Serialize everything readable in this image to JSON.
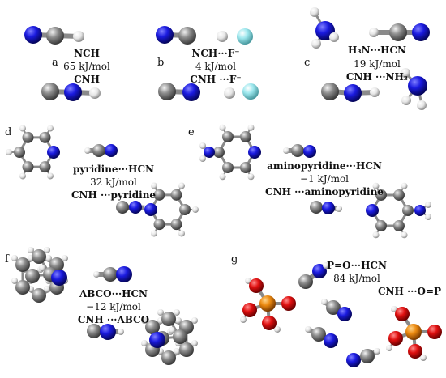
{
  "panels": [
    {
      "letter": "a",
      "lines": [
        "NCH",
        "65 kJ/mol",
        "CNH"
      ]
    },
    {
      "letter": "b",
      "lines": [
        "NCH···F⁻",
        "4 kJ/mol",
        "CNH ···F⁻"
      ]
    },
    {
      "letter": "c",
      "lines": [
        "H₃N···HCN",
        "19 kJ/mol",
        "CNH ···NH₃"
      ]
    },
    {
      "letter": "d",
      "lines": [
        "pyridine···HCN",
        "32 kJ/mol",
        "CNH ···pyridine"
      ]
    },
    {
      "letter": "e",
      "lines": [
        "aminopyridine···HCN",
        "−1 kJ/mol",
        "CNH ···aminopyridine"
      ]
    },
    {
      "letter": "f",
      "lines": [
        "ABCO···HCN",
        "−12 kJ/mol",
        "CNH ···ABCO"
      ]
    },
    {
      "letter": "g",
      "lines": [
        "P=O···HCN",
        "84 kJ/mol",
        "CNH ···O=P"
      ]
    }
  ],
  "atom_colors": {
    "nitrogen": "#1a1adf",
    "carbon": "#8c8c8c",
    "hydrogen": "#e6e6e6",
    "fluorine": "#9ee8ee",
    "oxygen": "#e01010",
    "phosphorus": "#ec8a10"
  }
}
